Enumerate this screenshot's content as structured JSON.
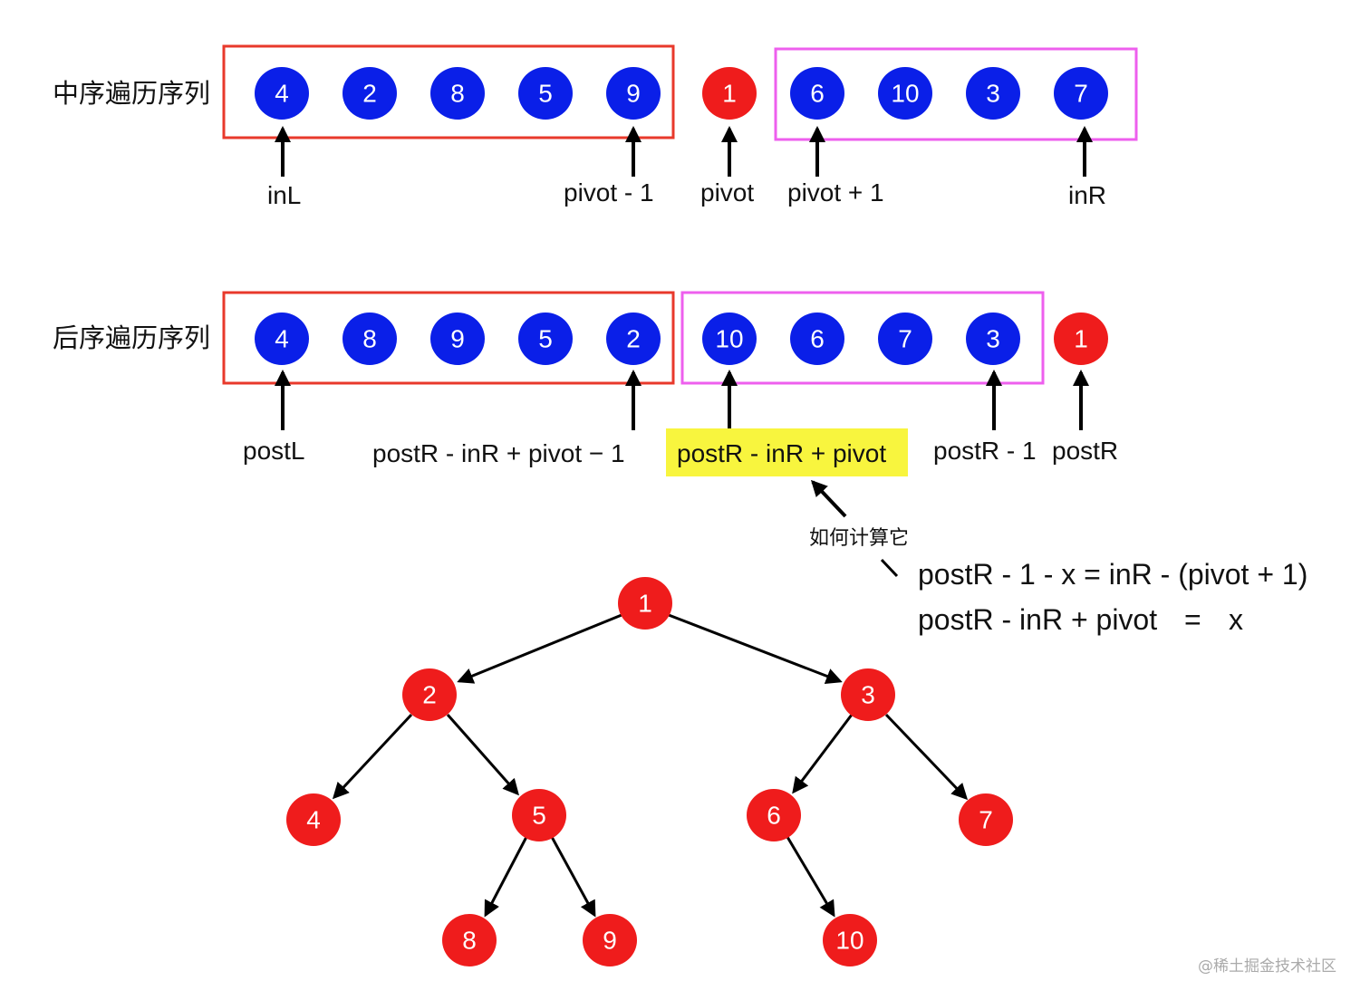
{
  "colors": {
    "blue_node": "#0a1fe8",
    "red_node": "#ef1c1c",
    "left_box": "#e8392b",
    "right_box": "#ee5fee",
    "highlight": "#f8f53e"
  },
  "inorder": {
    "title": "中序遍历序列",
    "left_nodes": [
      "4",
      "2",
      "8",
      "5",
      "9"
    ],
    "pivot_node": "1",
    "right_nodes": [
      "6",
      "10",
      "3",
      "7"
    ],
    "pointers": {
      "inL": "inL",
      "pivot_minus_1": "pivot - 1",
      "pivot": "pivot",
      "pivot_plus_1": "pivot + 1",
      "inR": "inR"
    }
  },
  "postorder": {
    "title": "后序遍历序列",
    "left_nodes": [
      "4",
      "8",
      "9",
      "5",
      "2"
    ],
    "right_nodes": [
      "10",
      "6",
      "7",
      "3"
    ],
    "root_node": "1",
    "pointers": {
      "postL": "postL",
      "left_end": "postR - inR + pivot − 1",
      "right_start": "postR - inR + pivot",
      "postR_minus_1": "postR - 1",
      "postR": "postR"
    }
  },
  "annotation": {
    "question": "如何计算它",
    "equation_1": "postR - 1 - x = inR - (pivot + 1)",
    "equation_2_lhs": "postR - inR + pivot",
    "equation_2_eq": "=",
    "equation_2_rhs": "x"
  },
  "tree": {
    "nodes": {
      "n1": "1",
      "n2": "2",
      "n3": "3",
      "n4": "4",
      "n5": "5",
      "n6": "6",
      "n7": "7",
      "n8": "8",
      "n9": "9",
      "n10": "10"
    }
  },
  "watermark": "@稀土掘金技术社区"
}
